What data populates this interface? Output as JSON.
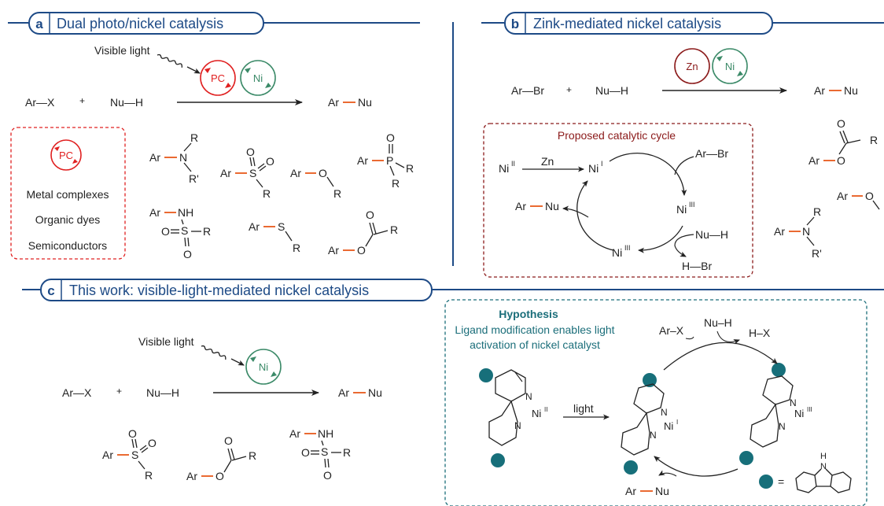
{
  "colors": {
    "navy": "#1d4a86",
    "red": "#e02020",
    "green": "#3b8a68",
    "darkred": "#8b1a1a",
    "teal": "#1b6e7a",
    "tealdot": "#176f7a",
    "orange": "#e85a1b",
    "text": "#222222"
  },
  "panel_a": {
    "letter": "a",
    "title": "Dual photo/nickel catalysis",
    "light": "Visible light",
    "pc": "PC",
    "ni": "Ni",
    "ar_x": "Ar—X",
    "plus": "+",
    "nu_h": "Nu—H",
    "product_ar": "Ar",
    "product_nu": "Nu",
    "box_pc": "PC",
    "box_items": [
      "Metal complexes",
      "Organic dyes",
      "Semiconductors"
    ],
    "s1": {
      "ar": "Ar",
      "n": "N",
      "r": "R",
      "rp": "R'"
    },
    "s2": {
      "ar": "Ar",
      "s": "S",
      "o1": "O",
      "o2": "O",
      "r": "R"
    },
    "s3": {
      "ar": "Ar",
      "o": "O",
      "r": "R"
    },
    "s4": {
      "ar": "Ar",
      "p": "P",
      "o": "O",
      "r1": "R",
      "r2": "R"
    },
    "s5": {
      "ar": "Ar",
      "nh": "NH",
      "s": "S",
      "o1": "O",
      "o2": "O",
      "r": "R"
    },
    "s6": {
      "ar": "Ar",
      "s": "S",
      "r": "R"
    },
    "s7": {
      "ar": "Ar",
      "o": "O",
      "o2": "O",
      "r": "R"
    }
  },
  "panel_b": {
    "letter": "b",
    "title": "Zink-mediated nickel catalysis",
    "zn": "Zn",
    "ni": "Ni",
    "ar_br": "Ar—Br",
    "plus": "+",
    "nu_h": "Nu—H",
    "product_ar": "Ar",
    "product_nu": "Nu",
    "cycle_title": "Proposed catalytic cycle",
    "ni2": "Ni",
    "ni2_sup": "II",
    "zn_label": "Zn",
    "ni1": "Ni",
    "ni1_sup": "I",
    "ar_br2": "Ar—Br",
    "ni3a": "Ni",
    "ni3a_sup": "III",
    "ni3b": "Ni",
    "ni3b_sup": "III",
    "nu_h2": "Nu—H",
    "h_br": "H—Br",
    "cyc_ar": "Ar",
    "cyc_nu": "Nu",
    "r1": {
      "o": "O",
      "ar": "Ar",
      "o2": "O",
      "r": "R"
    },
    "r2": {
      "ar": "Ar",
      "o": "O"
    },
    "r3": {
      "ar": "Ar",
      "n": "N",
      "r": "R",
      "rp": "R'"
    }
  },
  "panel_c": {
    "letter": "c",
    "title": "This work: visible-light-mediated nickel catalysis",
    "light": "Visible light",
    "ni": "Ni",
    "ar_x": "Ar—X",
    "plus": "+",
    "nu_h": "Nu—H",
    "product_ar": "Ar",
    "product_nu": "Nu",
    "s1": {
      "ar": "Ar",
      "s": "S",
      "o1": "O",
      "o2": "O",
      "r": "R"
    },
    "s2": {
      "ar": "Ar",
      "o": "O",
      "o2": "O",
      "r": "R"
    },
    "s3": {
      "ar": "Ar",
      "nh": "NH",
      "s": "S",
      "o1": "O",
      "o2": "O",
      "r": "R"
    },
    "hyp_title": "Hypothesis",
    "hyp_line1": "Ligand modification enables light",
    "hyp_line2": "activation of nickel catalyst",
    "light_arrow": "light",
    "ni2": "Ni",
    "ni2_sup": "II",
    "ni1": "Ni",
    "ni1_sup": "I",
    "ni3": "Ni",
    "ni3_sup": "III",
    "n": "N",
    "ar_x2": "Ar–X",
    "nu_h2": "Nu–H",
    "h_x": "H–X",
    "out_ar": "Ar",
    "out_nu": "Nu",
    "eq": "=",
    "carb_h": "H",
    "carb_n": "N"
  }
}
